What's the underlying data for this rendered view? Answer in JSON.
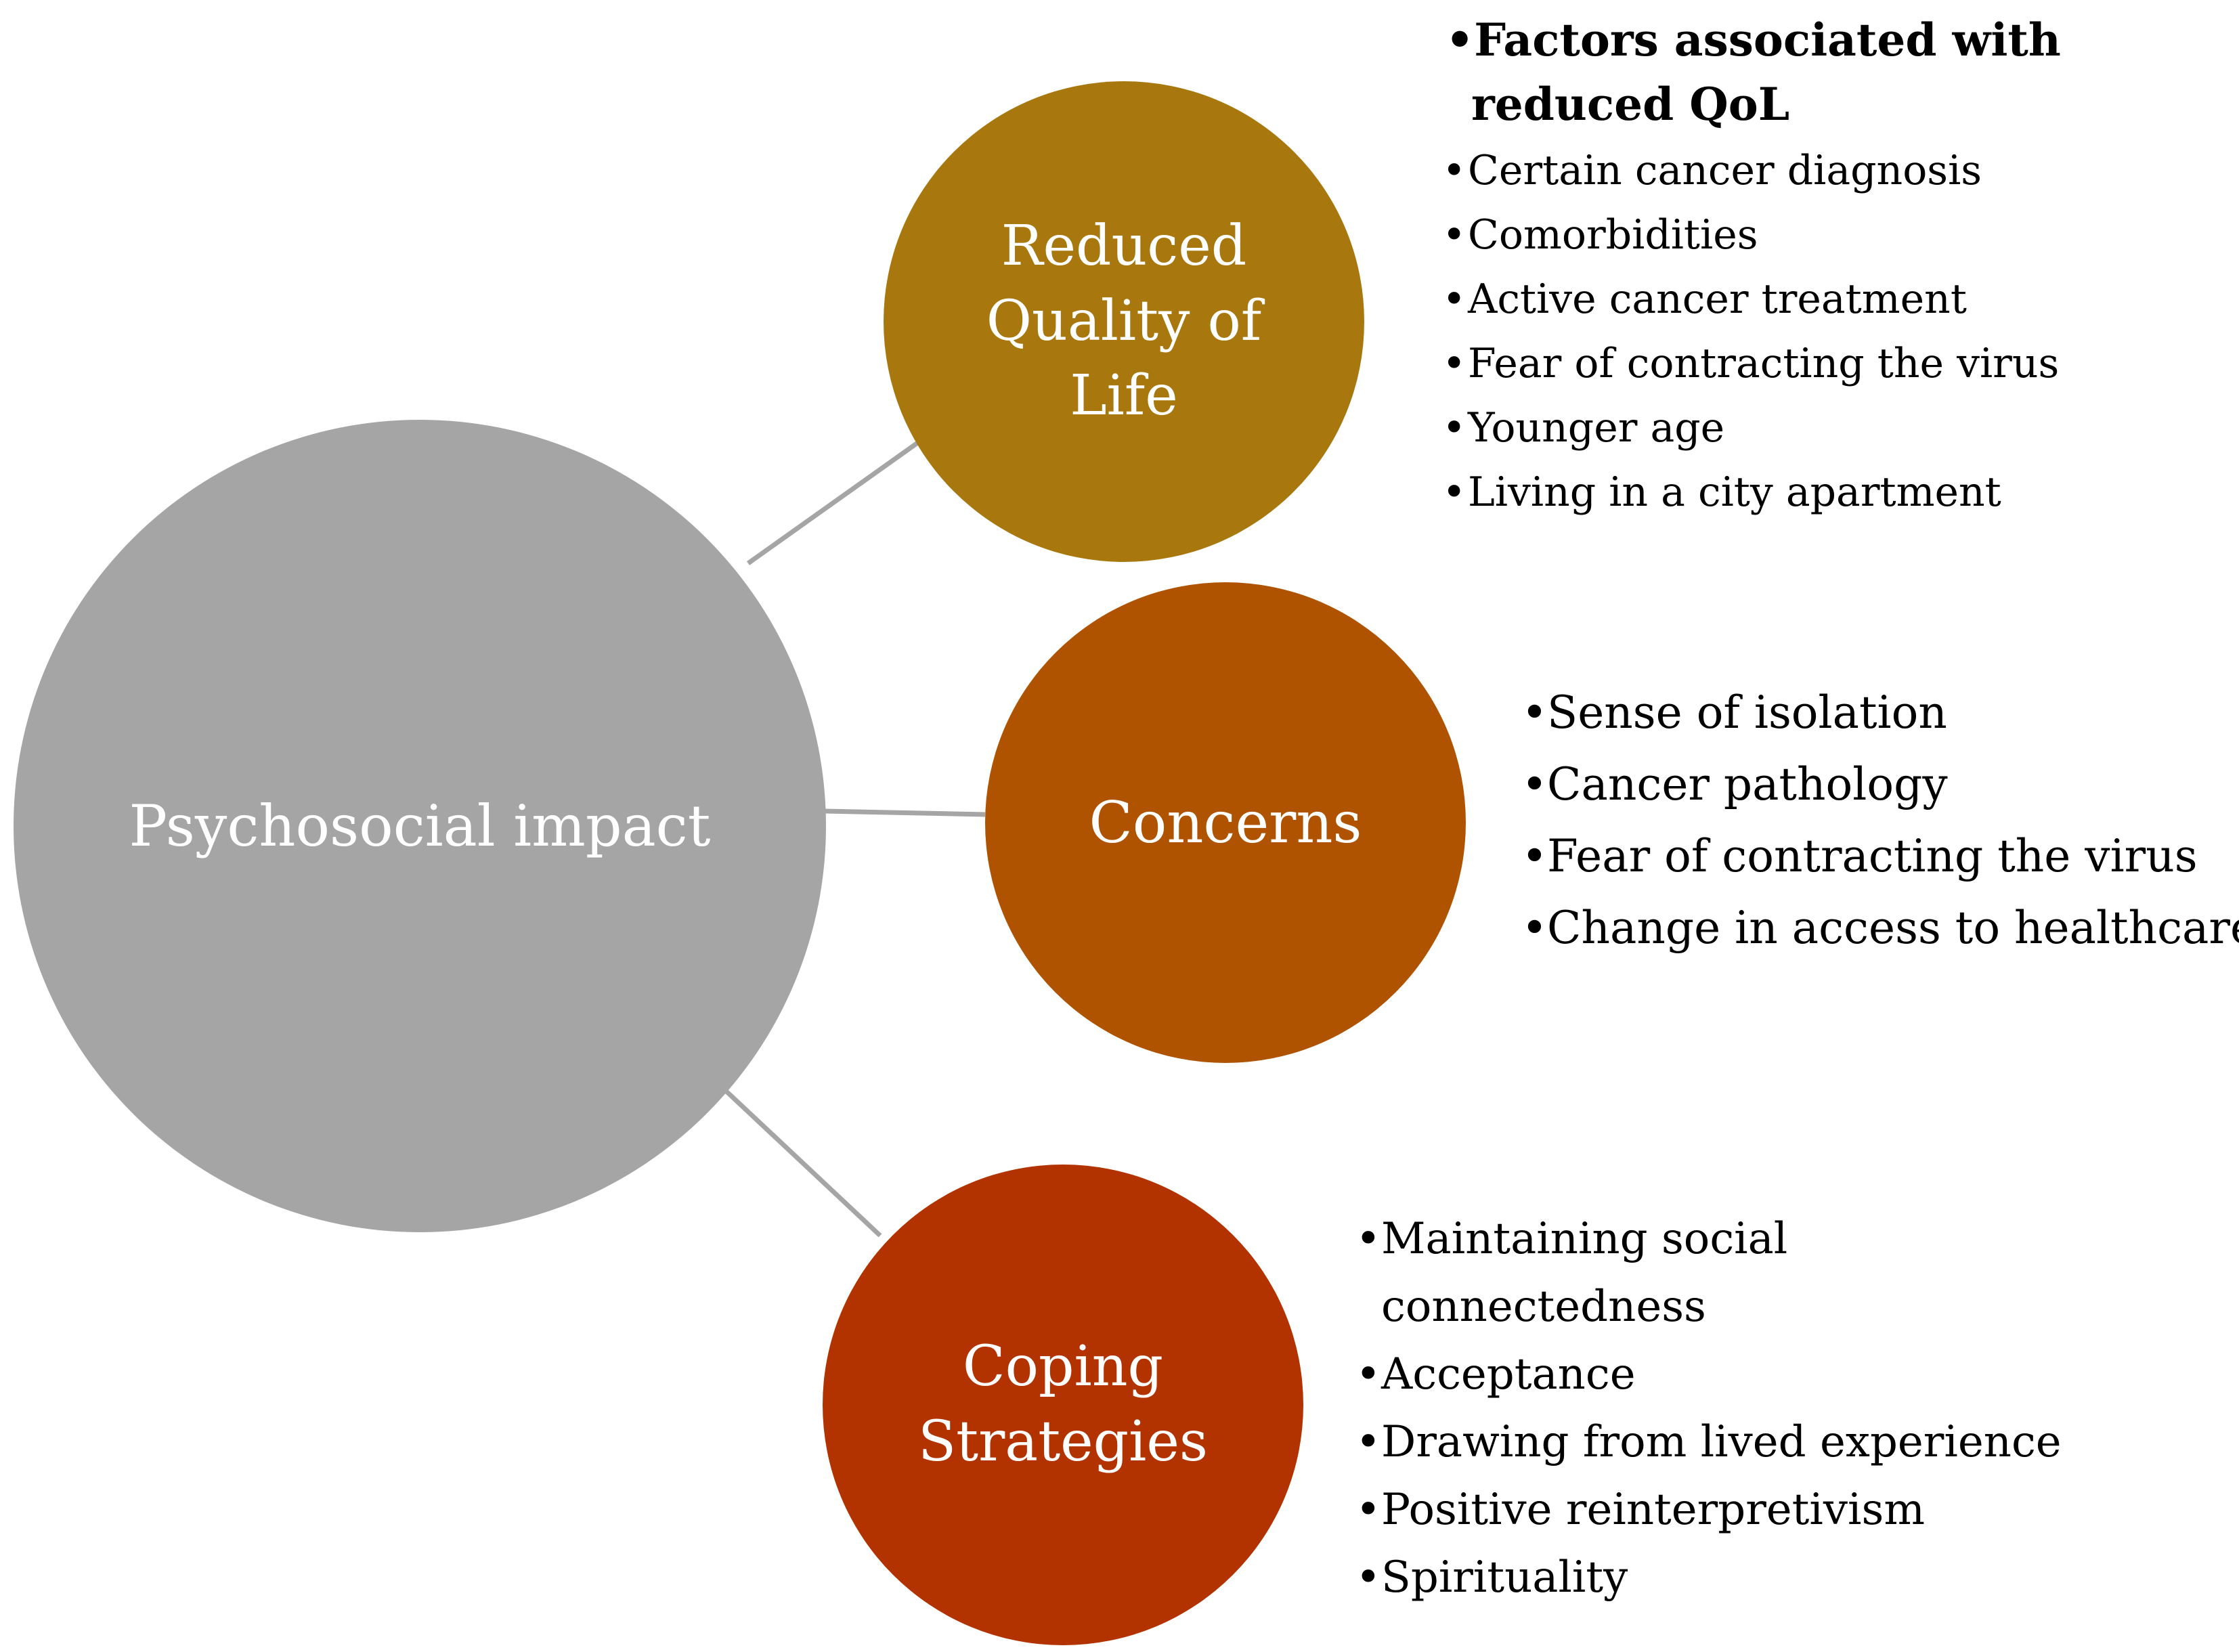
{
  "diagram": {
    "center": {
      "label": "Psychosocial impact",
      "color": "#a5a5a5"
    },
    "branches": [
      {
        "id": "qol",
        "label": "Reduced\nQuality of\nLife",
        "color": "#a8780f",
        "heading": "Factors associated with reduced QoL",
        "items": [
          "Certain cancer diagnosis",
          "Comorbidities",
          "Active cancer treatment",
          "Fear of contracting the virus",
          "Younger age",
          "Living in a city apartment"
        ]
      },
      {
        "id": "concerns",
        "label": "Concerns",
        "color": "#af5300",
        "items": [
          "Sense of isolation",
          "Cancer pathology",
          "Fear of contracting the virus",
          "Change in access to healthcare"
        ]
      },
      {
        "id": "coping",
        "label": "Coping\nStrategies",
        "color": "#b23300",
        "items": [
          "Maintaining social connectedness",
          "Acceptance",
          "Drawing from lived experience",
          "Positive reinterpretivism",
          "Spirituality"
        ]
      }
    ],
    "connector_color": "#a5a5a5"
  }
}
